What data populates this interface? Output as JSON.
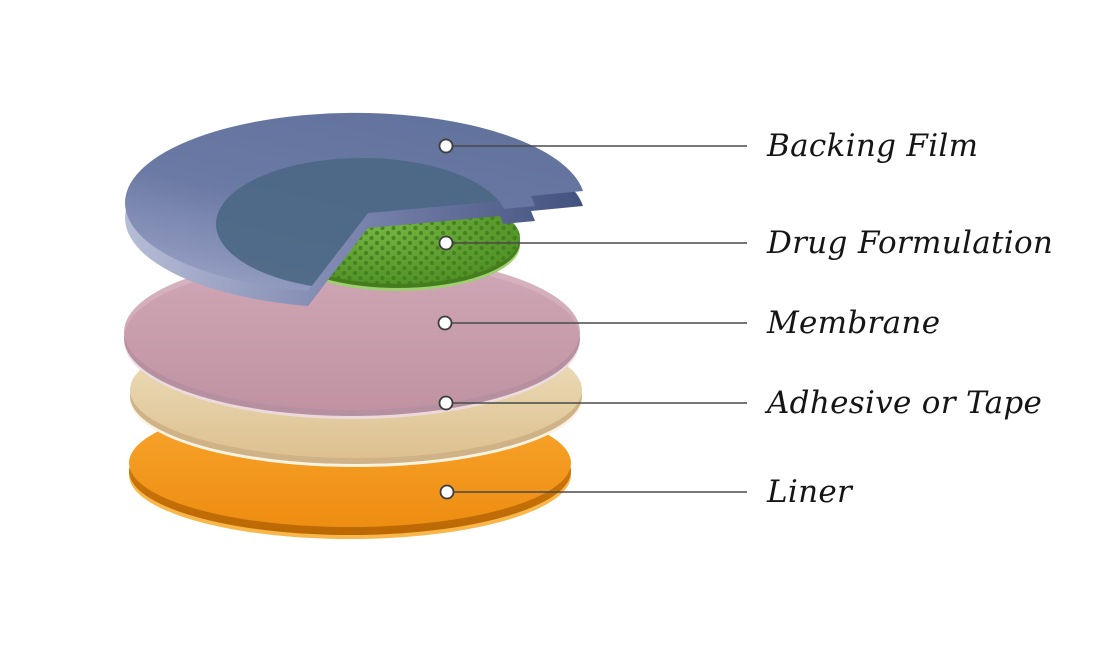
{
  "figure": {
    "description": "Exploded layer diagram of a transdermal patch",
    "background": "#ffffff",
    "connector_line_color": "#4a4a4a",
    "connector_dot_fill": "#ffffff",
    "layers": [
      {
        "label": "Backing Film",
        "color": "#64759e"
      },
      {
        "label": "Drug Formulation",
        "color": "#5aa02c"
      },
      {
        "label": "Membrane",
        "color": "#c79dab"
      },
      {
        "label": "Adhesive or Tape",
        "color": "#e8d5ab"
      },
      {
        "label": "Liner",
        "color": "#f5971f"
      }
    ]
  }
}
